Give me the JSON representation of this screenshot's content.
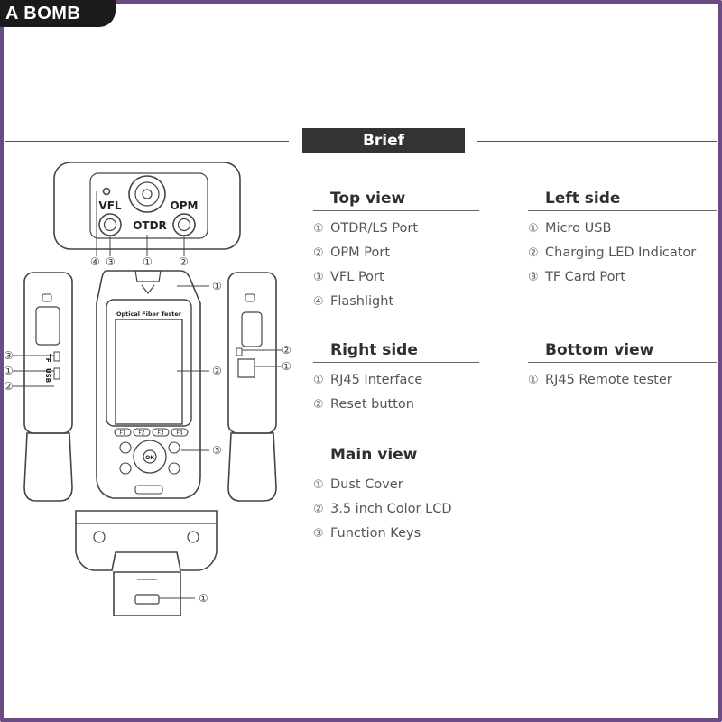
{
  "brand": "A BOMB",
  "title": "Brief",
  "colors": {
    "frame": "#6b4b86",
    "title_bg": "#333333",
    "line": "#444444"
  },
  "sections": {
    "top_view": {
      "heading": "Top view",
      "items": [
        "OTDR/LS Port",
        "OPM Port",
        "VFL Port",
        "Flashlight"
      ]
    },
    "left_side": {
      "heading": "Left side",
      "items": [
        "Micro USB",
        "Charging LED Indicator",
        "TF Card Port"
      ]
    },
    "right_side": {
      "heading": "Right side",
      "items": [
        "RJ45 Interface",
        "Reset button"
      ]
    },
    "bottom_view": {
      "heading": "Bottom view",
      "items": [
        "RJ45 Remote tester"
      ]
    },
    "main_view": {
      "heading": "Main view",
      "items": [
        "Dust Cover",
        "3.5 inch Color LCD",
        "Function Keys"
      ]
    }
  },
  "numerals": [
    "①",
    "②",
    "③",
    "④"
  ],
  "device": {
    "top_labels": {
      "vfl": "VFL",
      "otdr": "OTDR",
      "opm": "OPM"
    },
    "screen_title": "Optical Fiber Tester",
    "fn_keys": [
      "F1",
      "F2",
      "F3",
      "F4"
    ],
    "ok_key": "OK",
    "left_port_labels": {
      "tf": "TF",
      "usb": "USB"
    }
  }
}
